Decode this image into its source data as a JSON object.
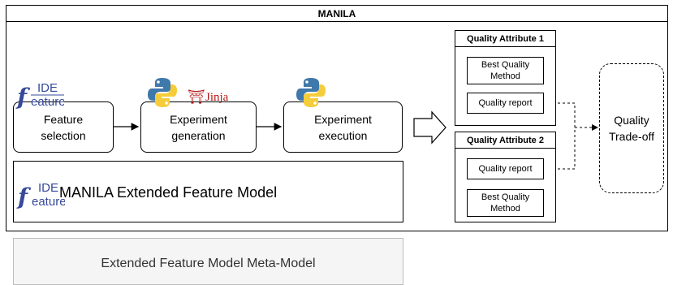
{
  "title": "MANILA",
  "steps": [
    {
      "line1": "Feature",
      "line2": "selection"
    },
    {
      "line1": "Experiment",
      "line2": "generation"
    },
    {
      "line1": "Experiment",
      "line2": "execution"
    }
  ],
  "logos": {
    "ide_top": "IDE",
    "ide_bottom": "eature",
    "jinja": "Jinja",
    "torii": "⛩"
  },
  "efm_label": "MANILA Extended Feature Model",
  "quality_attributes": [
    {
      "title": "Quality Attribute 1",
      "best_line1": "Best Quality",
      "best_line2": "Method",
      "report": "Quality report"
    },
    {
      "title": "Quality Attribute 2",
      "best_line1": "Best Quality",
      "best_line2": "Method",
      "report": "Quality report"
    }
  ],
  "tradeoff": {
    "line1": "Quality",
    "line2": "Trade-off"
  },
  "meta_model": "Extended Feature Model Meta-Model",
  "colors": {
    "python_blue": "#3f78ab",
    "python_yellow": "#f5cc3a",
    "ide_blue": "#36499a",
    "jinja_red": "#b41717"
  }
}
